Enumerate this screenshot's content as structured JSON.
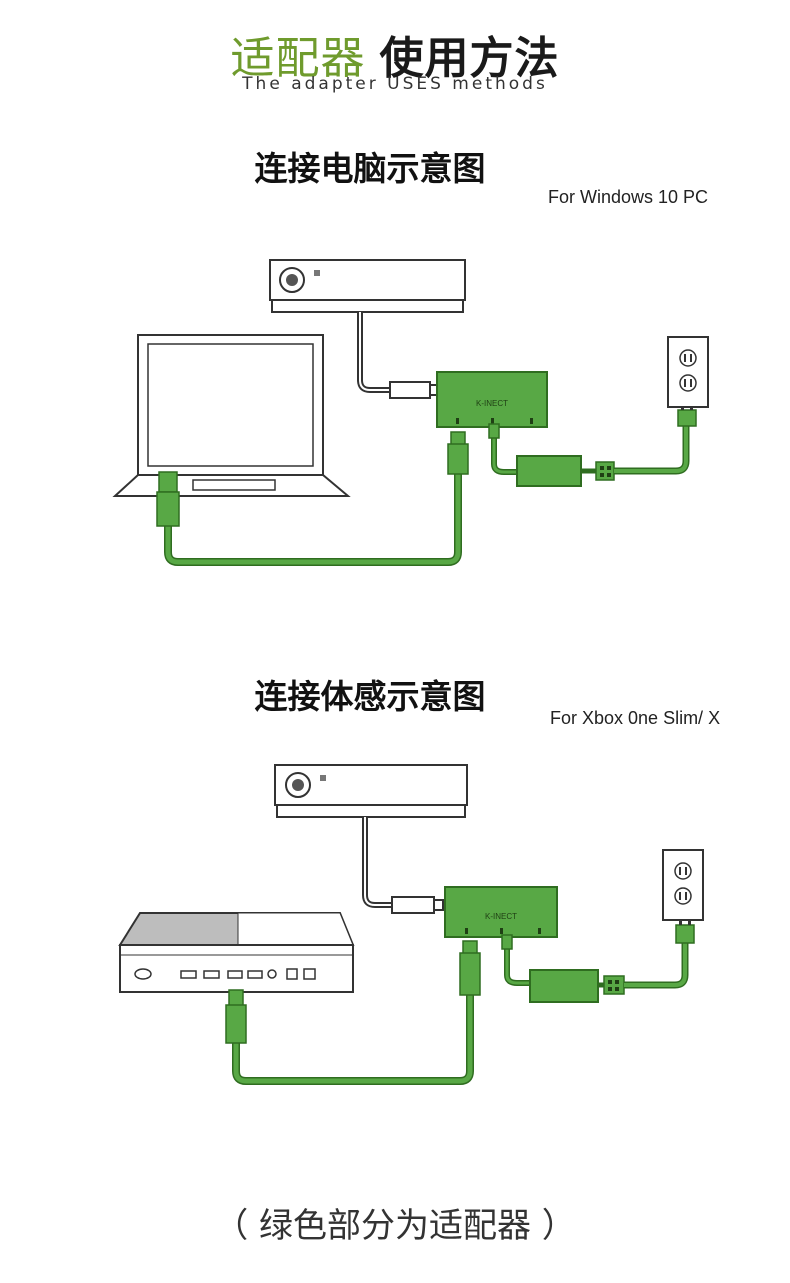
{
  "header": {
    "title_green": "适配器",
    "title_black": "使用方法",
    "subtitle_en": "The adapter USES methods"
  },
  "sections": [
    {
      "title": "连接电脑示意图",
      "subtitle": "For Windows 10 PC",
      "adapter_label": "K-INECT"
    },
    {
      "title": "连接体感示意图",
      "subtitle": "For Xbox 0ne Slim/ X",
      "adapter_label": "K-INECT"
    }
  ],
  "footer": {
    "note": "（ 绿色部分为适配器 ）"
  },
  "colors": {
    "brand_green": "#6f9b2d",
    "adapter_green": "#58a845",
    "outline": "#333333"
  }
}
